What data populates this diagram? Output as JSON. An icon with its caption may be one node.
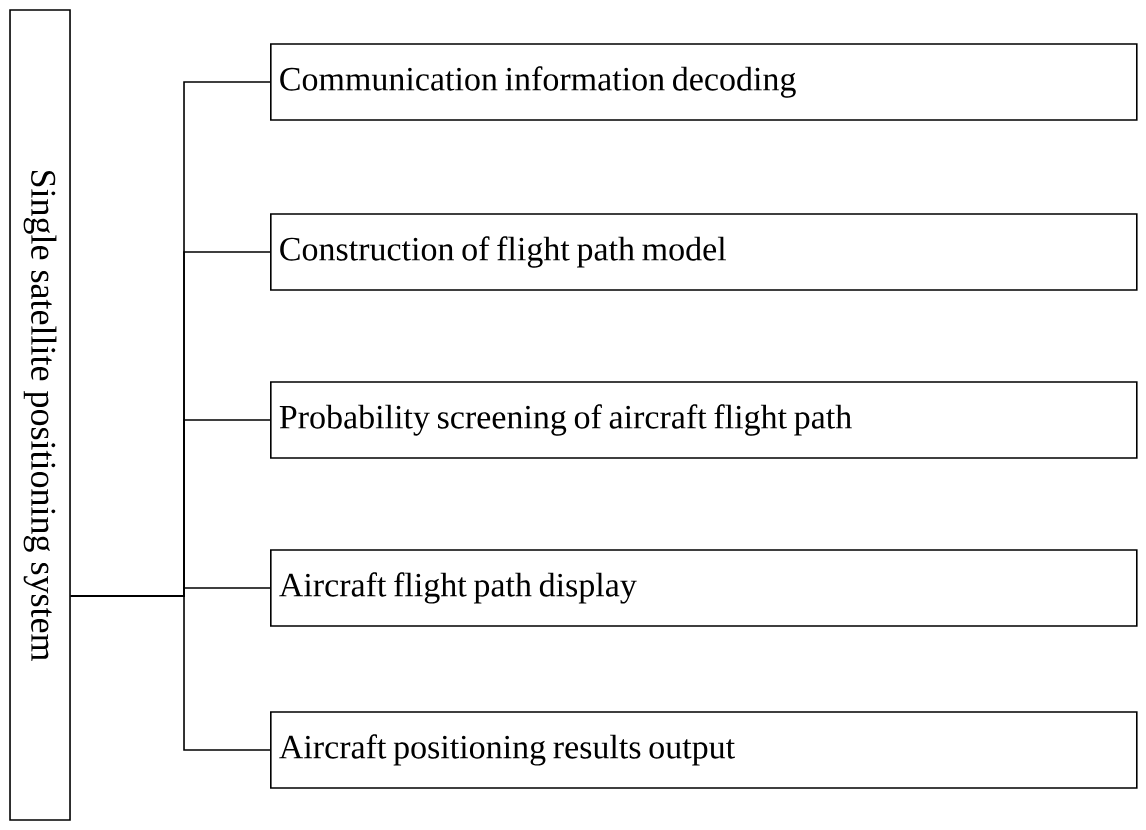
{
  "diagram": {
    "nodes": [
      {
        "text": [
          "Single satellite positioning system"
        ]
      },
      {
        "text": [
          "Communication information decoding"
        ]
      },
      {
        "text": [
          "Construction of flight path model"
        ]
      },
      {
        "text": [
          "Probability screening of aircraft flight path"
        ]
      },
      {
        "text": [
          "Aircraft flight path display"
        ]
      },
      {
        "text": [
          "Aircraft positioning results output"
        ]
      }
    ],
    "edges": [
      {
        "from": 0,
        "to": 1,
        "arrow": "none"
      },
      {
        "from": 0,
        "to": 2,
        "arrow": "none"
      },
      {
        "from": 0,
        "to": 3,
        "arrow": "none"
      },
      {
        "from": 0,
        "to": 4,
        "arrow": "none"
      },
      {
        "from": 0,
        "to": 5,
        "arrow": "none"
      }
    ]
  }
}
